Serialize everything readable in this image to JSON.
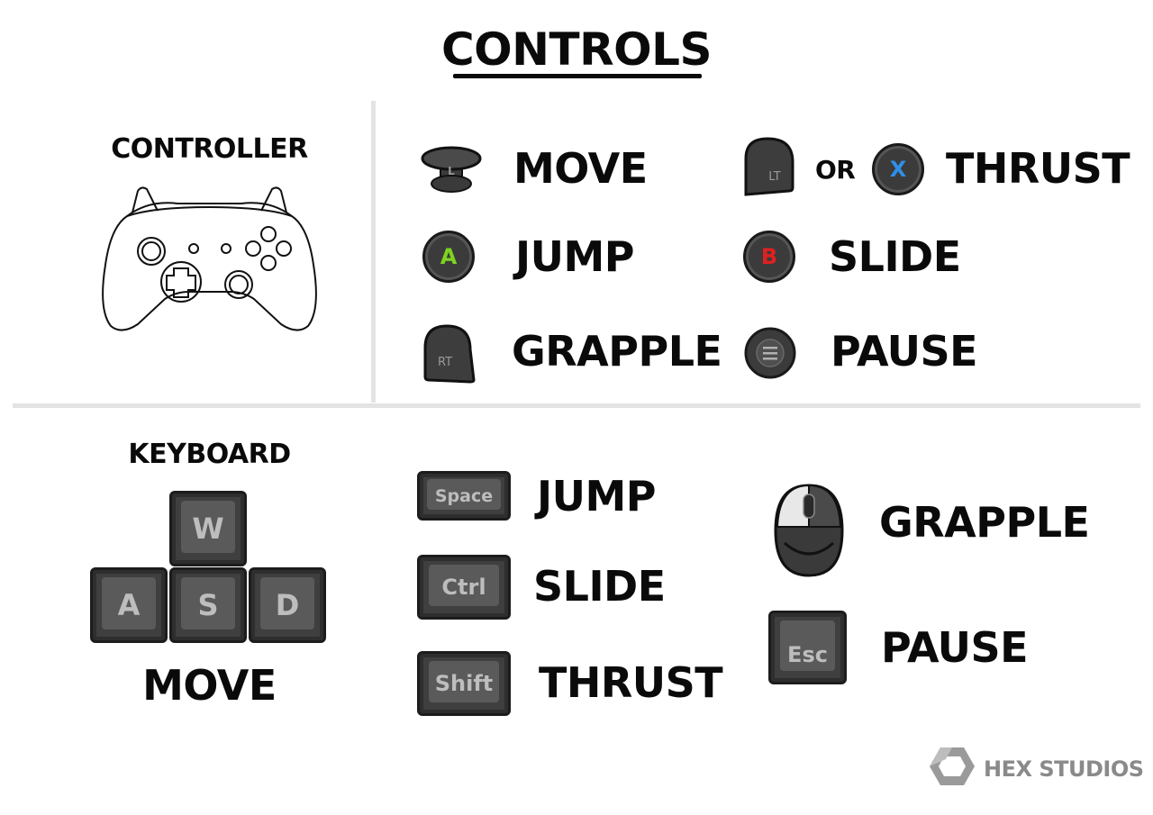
{
  "title": "CONTROLS",
  "controller": {
    "label": "CONTROLLER",
    "bindings": {
      "move": {
        "button": "L",
        "action": "MOVE"
      },
      "thrust": {
        "button": "LT",
        "or": "OR",
        "alt_button": "X",
        "action": "THRUST"
      },
      "jump": {
        "button": "A",
        "action": "JUMP"
      },
      "slide": {
        "button": "B",
        "action": "SLIDE"
      },
      "grapple": {
        "button": "RT",
        "action": "GRAPPLE"
      },
      "pause": {
        "action": "PAUSE"
      }
    }
  },
  "keyboard": {
    "label": "KEYBOARD",
    "wasd": {
      "w": "W",
      "a": "A",
      "s": "S",
      "d": "D",
      "action": "MOVE"
    },
    "bindings": {
      "jump": {
        "key": "Space",
        "action": "JUMP"
      },
      "slide": {
        "key": "Ctrl",
        "action": "SLIDE"
      },
      "thrust": {
        "key": "Shift",
        "action": "THRUST"
      },
      "grapple": {
        "action": "GRAPPLE"
      },
      "pause": {
        "key": "Esc",
        "action": "PAUSE"
      }
    }
  },
  "brand": {
    "name": "HEX STUDIOS"
  },
  "colors": {
    "a_button": "#7ed321",
    "b_button": "#e02020",
    "x_button": "#2f8fe8",
    "divider": "#e3e3e3",
    "key_face": "#5a5a5a"
  }
}
